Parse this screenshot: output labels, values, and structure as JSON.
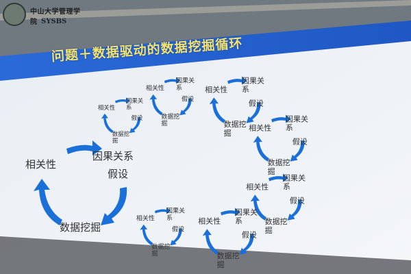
{
  "logo": {
    "name_cn": "中山大学管理学院",
    "abbr": "SYSBS"
  },
  "slide": {
    "title": "问题＋数据驱动的数据挖掘循环",
    "colors": {
      "band": "#1f5fd0",
      "title": "#f4e36a",
      "arrow": "#1a6fd8"
    },
    "cycles": [
      {
        "correlation": "相关性",
        "causal": "因果关系",
        "hypothesis": "假设",
        "mining": "数据挖掘"
      },
      {
        "correlation": "相关性",
        "causal": "因果关系",
        "hypothesis": "假设",
        "mining": "数据挖掘"
      },
      {
        "correlation": "相关性",
        "causal": "因果关系",
        "hypothesis": "假设",
        "mining": "数据挖掘"
      },
      {
        "correlation": "相关性",
        "causal": "因果关系",
        "hypothesis": "假设",
        "mining": "数据挖掘"
      },
      {
        "correlation": "相关性",
        "causal": "因果关系",
        "hypothesis": "假设",
        "mining": "数据挖掘"
      },
      {
        "correlation": "相关性",
        "causal": "因果关系",
        "hypothesis": "假设",
        "mining": "数据挖掘"
      },
      {
        "correlation": "相关性",
        "causal": "因果关系",
        "hypothesis": "假设",
        "mining": "数据挖掘"
      },
      {
        "correlation": "相关性",
        "causal": "因果关系",
        "hypothesis": "假设",
        "mining": "数据挖掘"
      }
    ]
  }
}
